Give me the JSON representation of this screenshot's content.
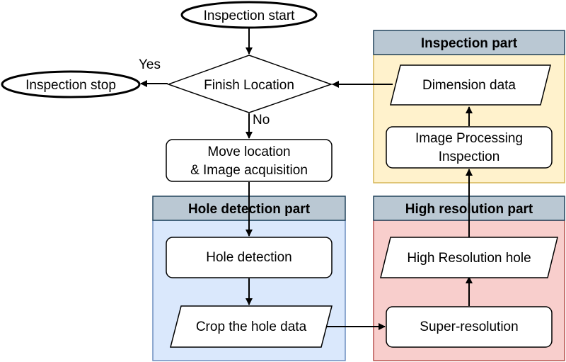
{
  "colors": {
    "stroke": "#000000",
    "inspection_fill": "#fff2cc",
    "inspection_header": "#bac8d3",
    "hole_fill": "#dae8fc",
    "hole_header": "#bac8d3",
    "hires_fill": "#f8cecc",
    "hires_header": "#bac8d3",
    "node_fill": "#ffffff"
  },
  "nodes": {
    "start": "Inspection start",
    "stop": "Inspection stop",
    "decision": "Finish Location",
    "move_line1": "Move location",
    "move_line2": "& Image acquisition",
    "hole_detection": "Hole detection",
    "crop": "Crop the hole data",
    "super_resolution": "Super-resolution",
    "high_res_hole": "High Resolution hole",
    "image_proc_line1": "Image Processing",
    "image_proc_line2": "Inspection",
    "dimension": "Dimension data"
  },
  "edge_labels": {
    "yes": "Yes",
    "no": "No"
  },
  "groups": {
    "inspection": "Inspection part",
    "hole_detection": "Hole detection part",
    "high_resolution": "High resolution part"
  }
}
